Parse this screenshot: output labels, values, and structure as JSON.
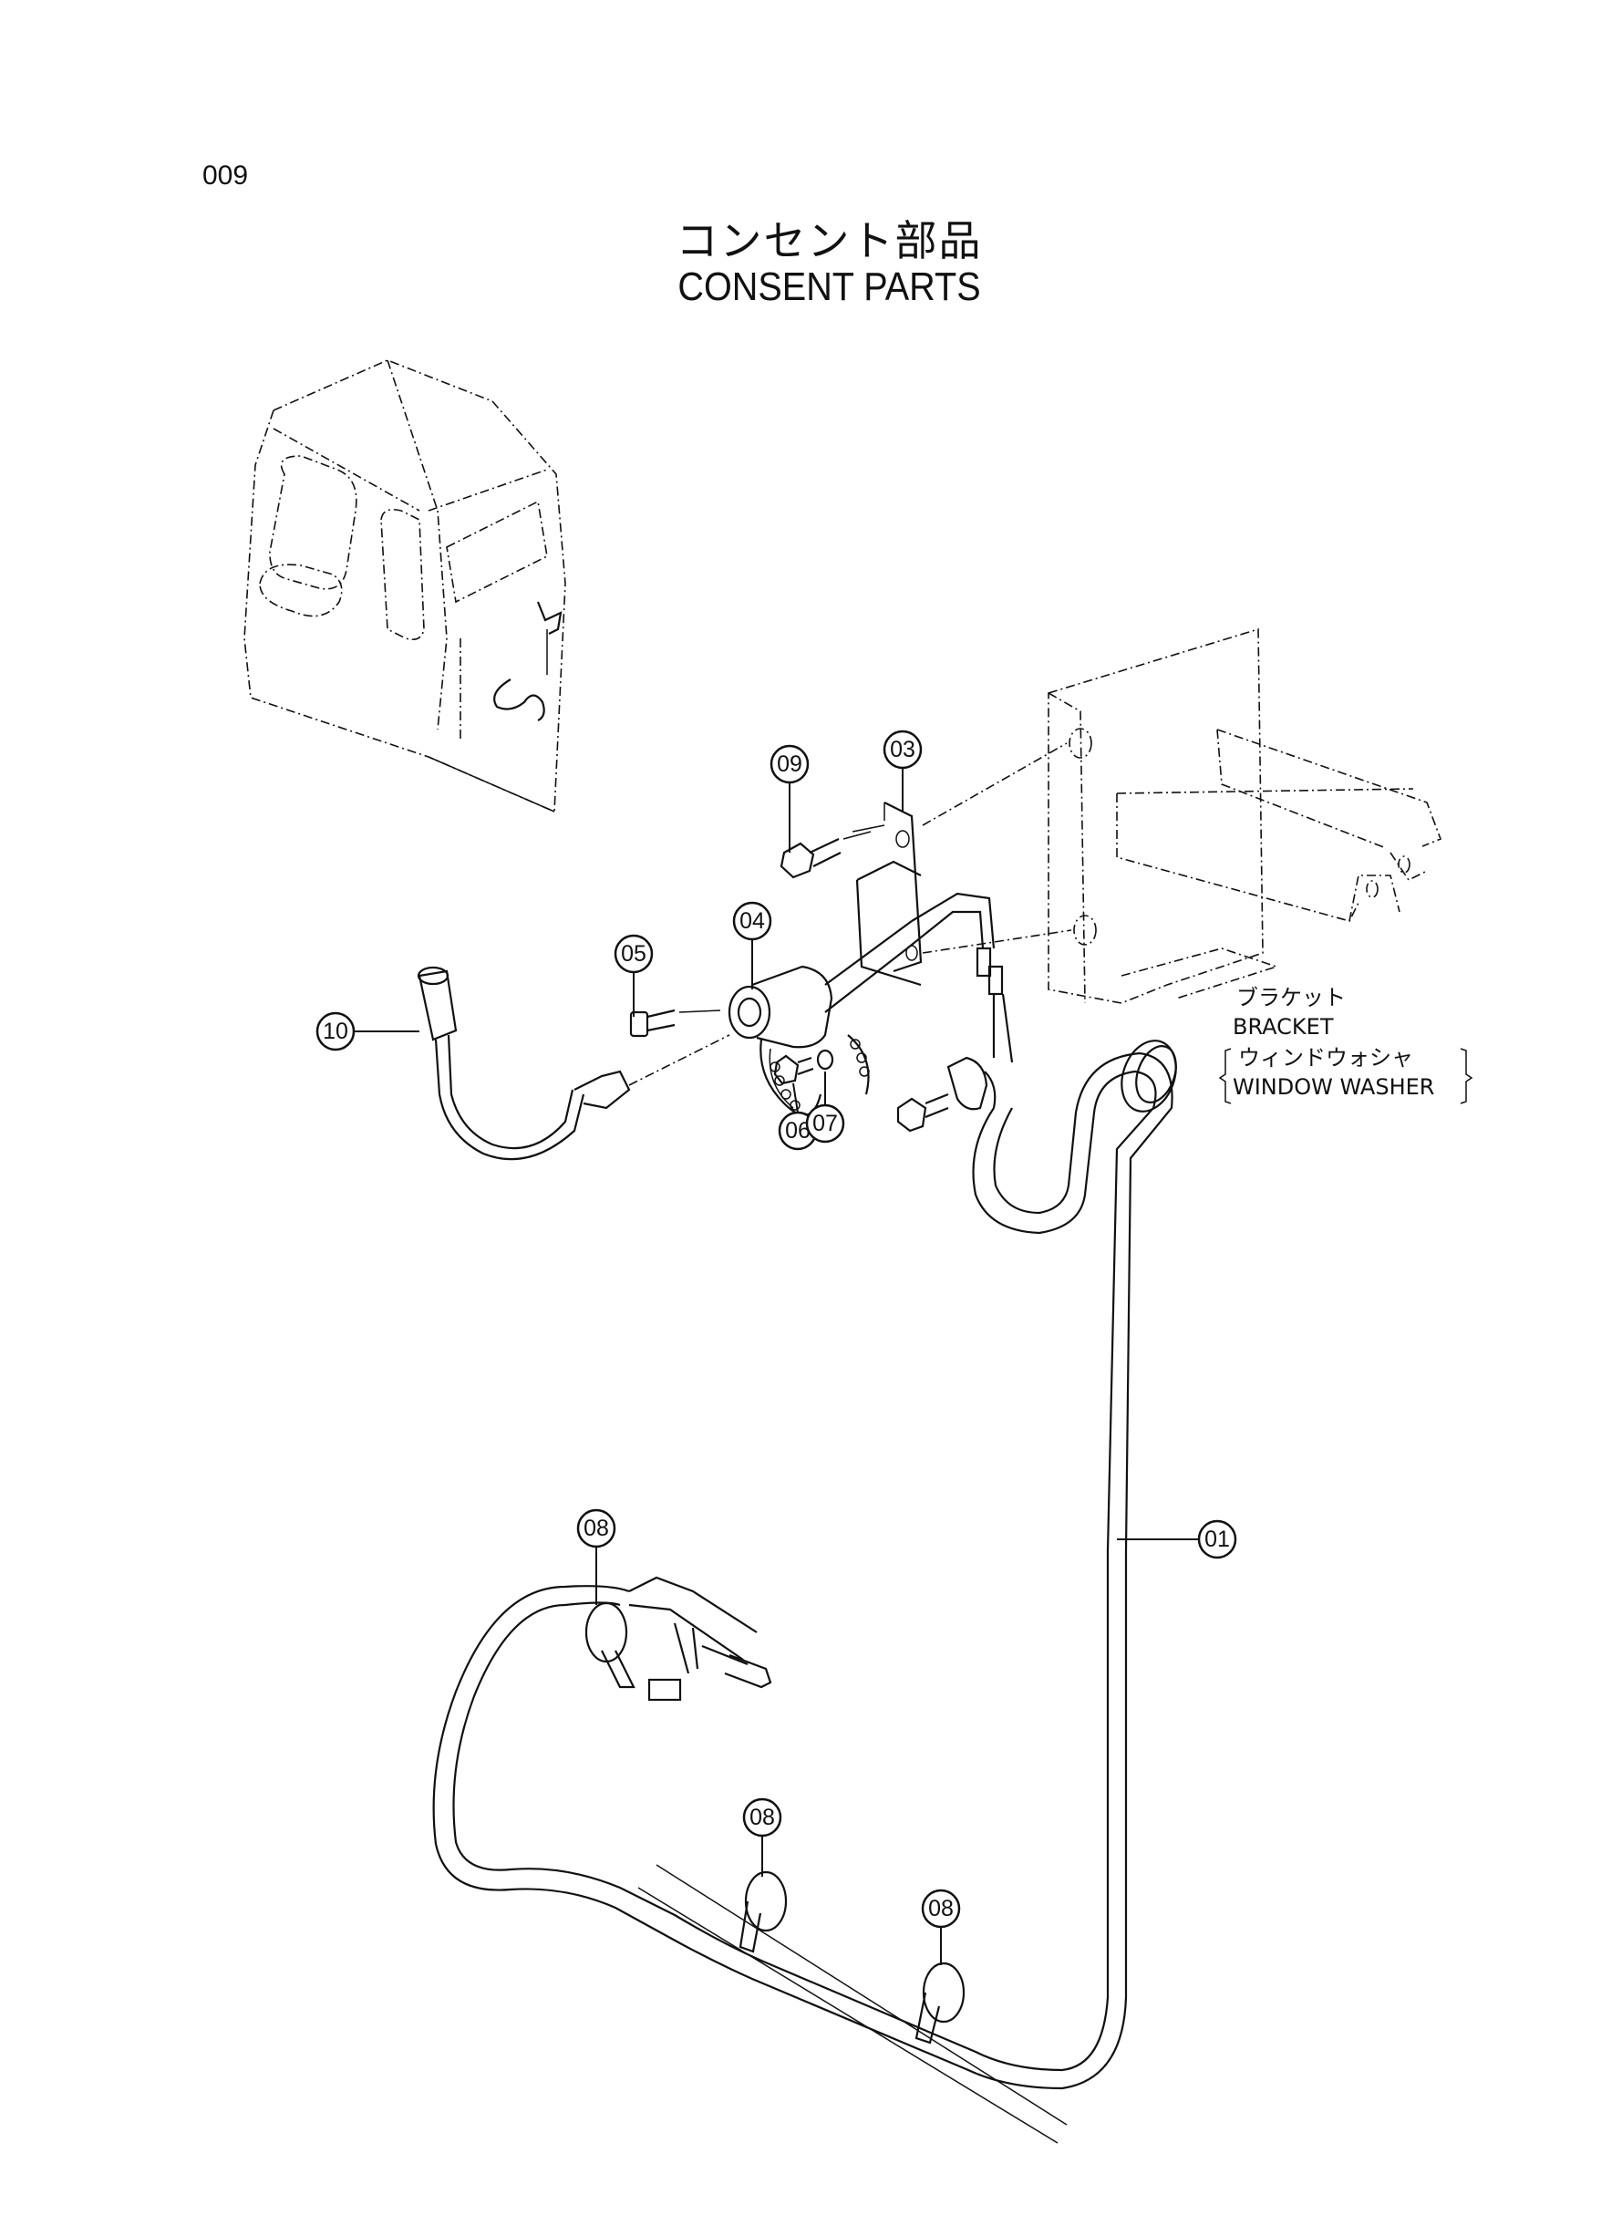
{
  "page_number": "009",
  "title": {
    "japanese": "コンセント部品",
    "english": "CONSENT PARTS"
  },
  "labels": {
    "bracket_jp": "ブラケット",
    "bracket_en": "BRACKET",
    "window_washer_jp": "ウィンドウォシャ",
    "window_washer_en": "WINDOW WASHER"
  },
  "callouts": {
    "c01": "01",
    "c03": "03",
    "c04": "04",
    "c05": "05",
    "c06": "06",
    "c07": "07",
    "c08a": "08",
    "c08b": "08",
    "c08c": "08",
    "c09": "09",
    "c10": "10"
  }
}
